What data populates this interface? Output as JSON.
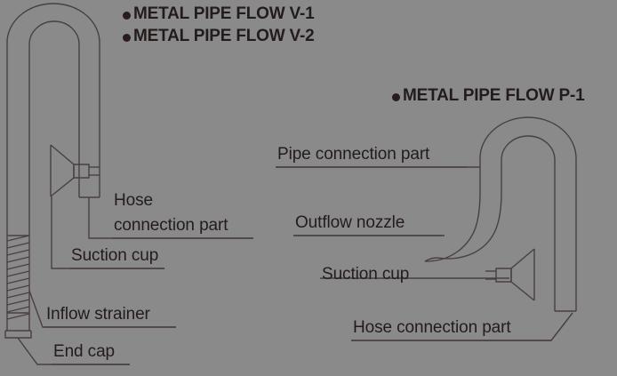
{
  "page": {
    "background_color": "#8a8a8a",
    "line_color": "#4a4040",
    "text_color": "#241c1c"
  },
  "headers": {
    "items": [
      {
        "bullet": "bullet-dot",
        "text": "METAL PIPE FLOW V-1"
      },
      {
        "bullet": "bullet-dot",
        "text": "METAL PIPE FLOW V-2"
      },
      {
        "bullet": "bullet-dot",
        "text": "METAL PIPE FLOW P-1"
      }
    ]
  },
  "left_diagram": {
    "name": "metal-pipe-flow-v",
    "labels": {
      "hose_connection_line1": "Hose",
      "hose_connection_line2": "connection part",
      "suction_cup": "Suction cup",
      "inflow_strainer": "Inflow strainer",
      "end_cap": "End cap"
    }
  },
  "right_diagram": {
    "name": "metal-pipe-flow-p",
    "labels": {
      "pipe_connection_part": "Pipe connection part",
      "outflow_nozzle": "Outflow nozzle",
      "suction_cup": "Suction cup",
      "hose_connection_part": "Hose connection part"
    }
  }
}
